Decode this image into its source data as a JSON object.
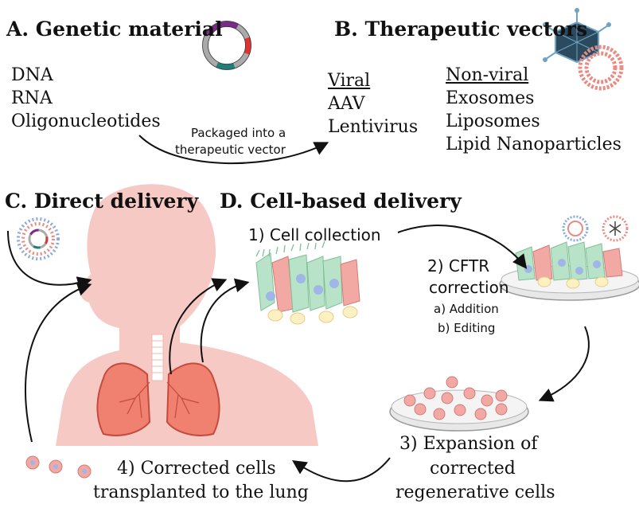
{
  "sectionA": {
    "title": "A. Genetic material",
    "items": [
      "DNA",
      "RNA",
      "Oligonucleotides"
    ]
  },
  "sectionB": {
    "title": "B. Therapeutic vectors",
    "viral_header": "Viral",
    "viral_items": [
      "AAV",
      "Lentivirus"
    ],
    "nonviral_header": "Non-viral",
    "nonviral_items": [
      "Exosomes",
      "Liposomes",
      "Lipid Nanoparticles"
    ]
  },
  "packaged_note": [
    "Packaged into a",
    "therapeutic vector"
  ],
  "sectionC": {
    "title": "C. Direct delivery"
  },
  "sectionD": {
    "title": "D. Cell-based delivery",
    "step1": "1) Cell collection",
    "step2": [
      "2) CFTR",
      "correction"
    ],
    "step2_sub": [
      "a) Addition",
      "b) Editing"
    ],
    "step3": [
      "3) Expansion of",
      "corrected",
      "regenerative cells"
    ],
    "step4": [
      "4) Corrected cells",
      "transplanted to the lung"
    ]
  },
  "colors": {
    "body": "#f7c9c4",
    "lung": "#f08070",
    "lung_dark": "#c44b3b",
    "cell_green": "#b9e3c9",
    "cell_red": "#f2a9a4",
    "cell_yellow": "#fdf1c2",
    "nucleus": "#9fb6e6",
    "dish": "#d0d0d0",
    "plasmid_purple": "#7b2a8a",
    "plasmid_red": "#e0322e",
    "plasmid_teal": "#1f7d7a",
    "arrow": "#111111"
  }
}
